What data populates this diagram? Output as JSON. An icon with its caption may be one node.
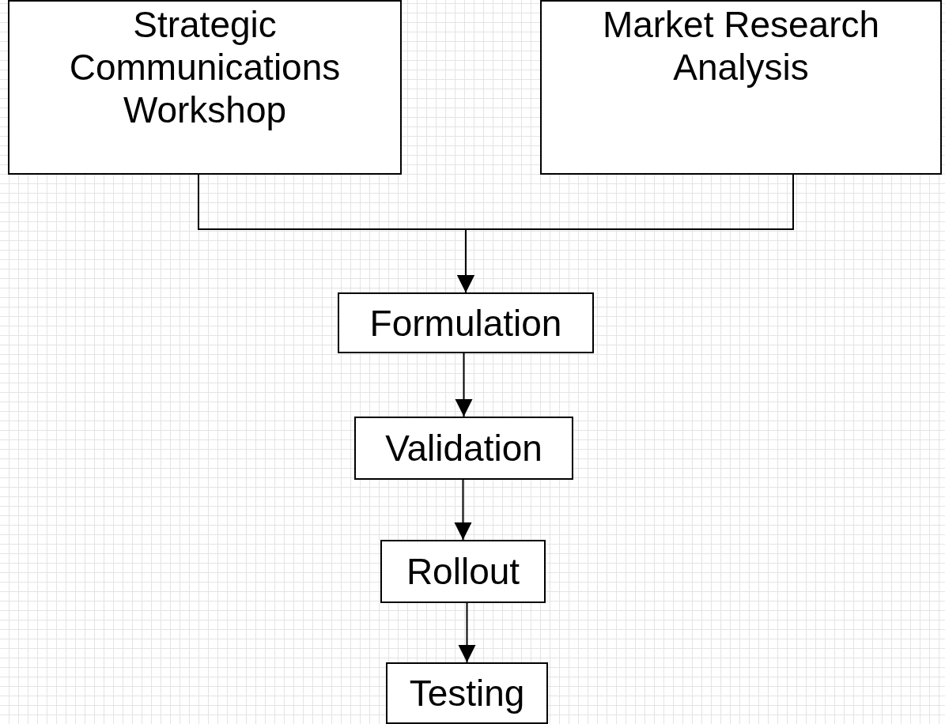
{
  "diagram": {
    "nodes": [
      {
        "text": [
          "Strategic Communications Workshop"
        ]
      },
      {
        "text": [
          "Market Research Analysis"
        ]
      },
      {
        "text": [
          "Formulation"
        ]
      },
      {
        "text": [
          "Validation"
        ]
      },
      {
        "text": [
          "Rollout"
        ]
      },
      {
        "text": [
          "Testing"
        ]
      }
    ],
    "edges": [
      {
        "from": 0,
        "to": 2,
        "arrow": "to"
      },
      {
        "from": 1,
        "to": 2,
        "arrow": "to"
      },
      {
        "from": 2,
        "to": 3,
        "arrow": "to"
      },
      {
        "from": 3,
        "to": 4,
        "arrow": "to"
      },
      {
        "from": 4,
        "to": 5,
        "arrow": "to"
      }
    ]
  }
}
